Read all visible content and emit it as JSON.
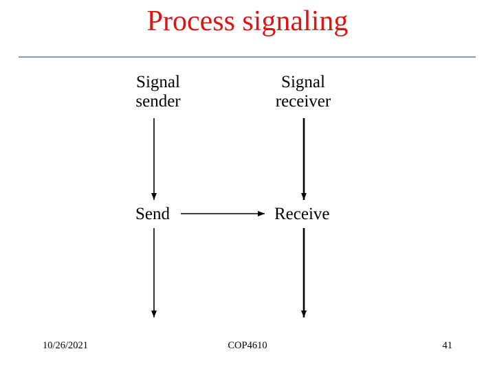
{
  "slide": {
    "title": "Process signaling",
    "footer": {
      "date": "10/26/2021",
      "course": "COP4610",
      "page_number": "41"
    },
    "colors": {
      "title_red": "#dc1414",
      "divider_blue": "#7f9fb8",
      "arrow_black": "#000000",
      "background": "#ffffff"
    }
  },
  "diagram": {
    "sender_label": "Signal\nsender",
    "receiver_label": "Signal\nreceiver",
    "send_label": "Send",
    "receive_label": "Receive",
    "arrows": {
      "sender_timeline": "two downward arrows",
      "receiver_timeline": "two downward arrows",
      "message": "horizontal arrow from Send to Receive"
    }
  }
}
